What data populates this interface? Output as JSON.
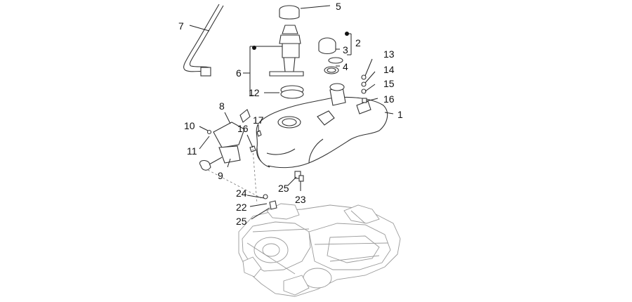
{
  "callouts": [
    "1",
    "2",
    "3",
    "4",
    "5",
    "6",
    "7",
    "8",
    "9",
    "10",
    "11",
    "12",
    "13",
    "14",
    "15",
    "16",
    "16",
    "17",
    "22",
    "23",
    "24",
    "25",
    "25"
  ]
}
